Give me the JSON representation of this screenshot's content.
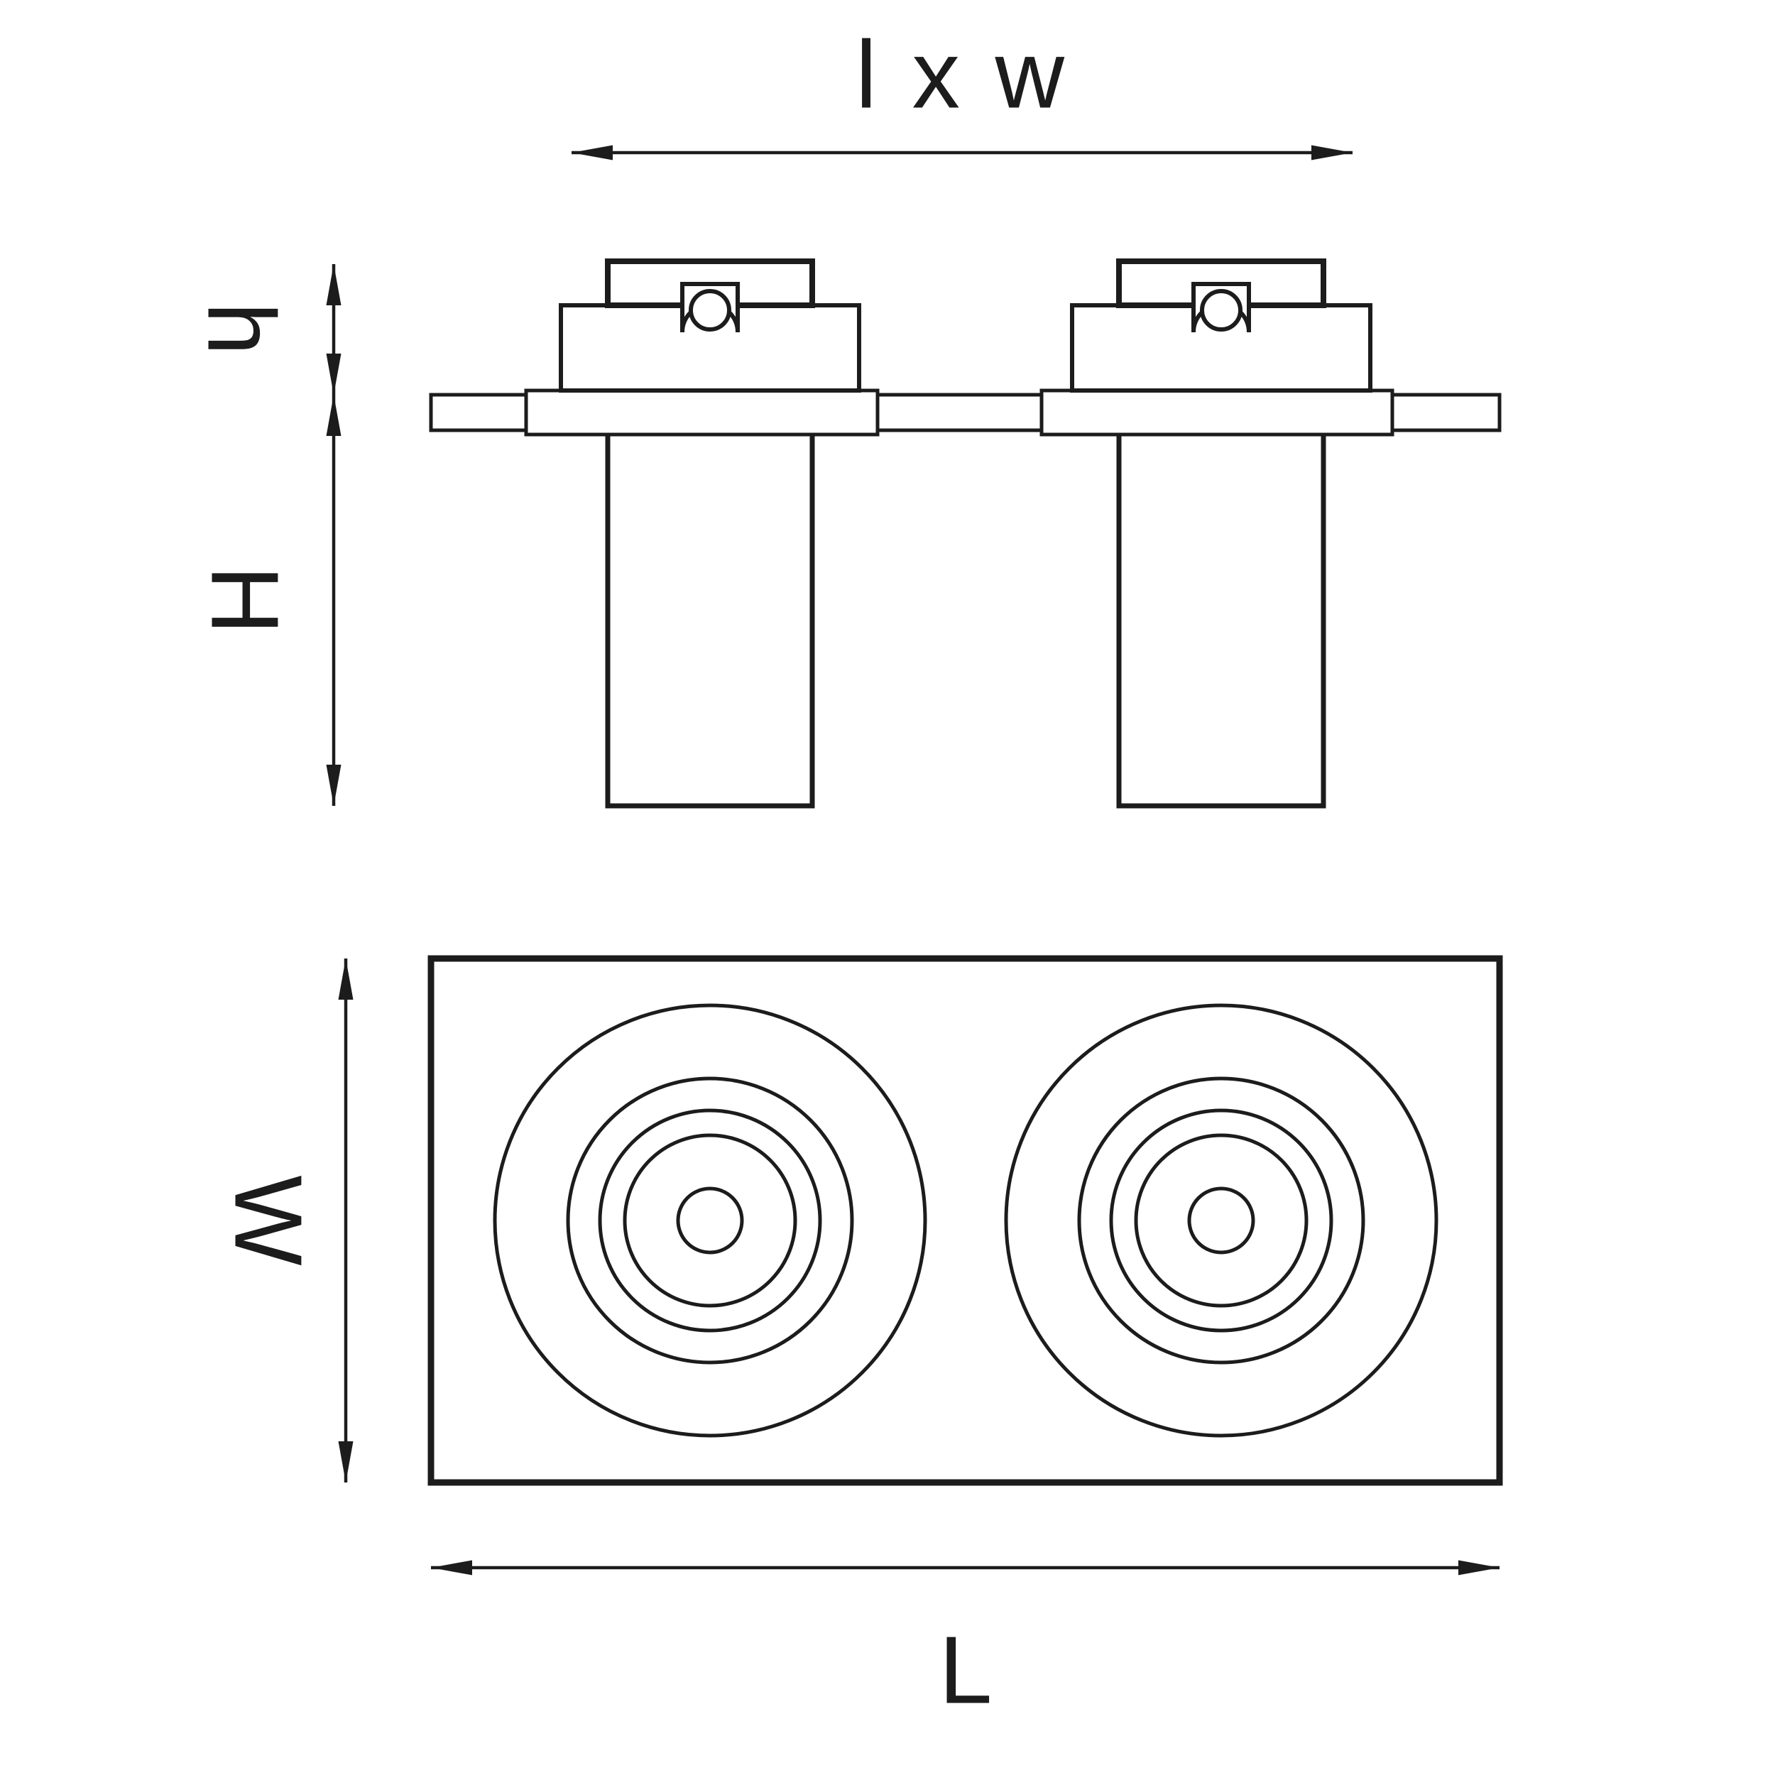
{
  "labels": {
    "lxw": "l x w",
    "h": "h",
    "H": "H",
    "W": "W",
    "L": "L"
  },
  "colors": {
    "line": "#1c1c1c",
    "background": "#ffffff"
  }
}
